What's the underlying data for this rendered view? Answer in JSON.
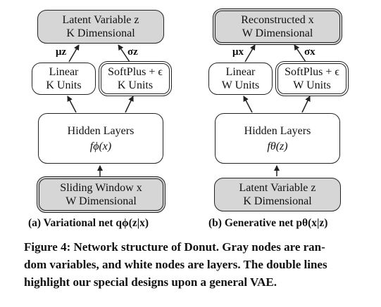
{
  "panel_a": {
    "top_node": {
      "line1": "Latent Variable z",
      "line2": "K Dimensional"
    },
    "left_node": {
      "line1": "Linear",
      "line2": "K Units"
    },
    "right_node": {
      "line1": "SoftPlus + ϵ",
      "line2": "K Units"
    },
    "hidden_node": {
      "line1": "Hidden Layers",
      "line2": "fϕ(x)"
    },
    "bottom_node": {
      "line1": "Sliding Window x",
      "line2": "W Dimensional"
    },
    "mu_label": "μz",
    "sigma_label": "σz",
    "caption": "(a) Variational net qϕ(z|x)"
  },
  "panel_b": {
    "top_node": {
      "line1": "Reconstructed x",
      "line2": "W Dimensional"
    },
    "left_node": {
      "line1": "Linear",
      "line2": "W Units"
    },
    "right_node": {
      "line1": "SoftPlus + ϵ",
      "line2": "W Units"
    },
    "hidden_node": {
      "line1": "Hidden Layers",
      "line2": "fθ(z)"
    },
    "bottom_node": {
      "line1": "Latent Variable z",
      "line2": "K Dimensional"
    },
    "mu_label": "μx",
    "sigma_label": "σx",
    "caption": "(b) Generative net pθ(x|z)"
  },
  "figure_caption": {
    "line1": "Figure 4: Network structure of Donut. Gray nodes are ran-",
    "line2": "dom variables, and white nodes are layers. The double lines",
    "line3": "highlight our special designs upon a general VAE."
  }
}
